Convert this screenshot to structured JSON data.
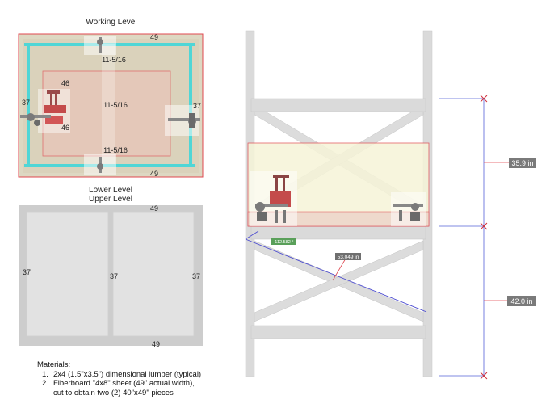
{
  "working_level": {
    "title": "Working Level",
    "dim_top": "49",
    "dim_bottom": "49",
    "dim_left": "37",
    "dim_right": "37",
    "dim_inner_top": "11-5/16",
    "dim_inner_mid": "11-5/16",
    "dim_inner_bottom": "11-5/16",
    "dim_46_a": "46",
    "dim_46_b": "46"
  },
  "lower_level": {
    "title_lower": "Lower Level",
    "title_upper": "Upper Level",
    "dim_top": "49",
    "dim_bottom": "49",
    "dim_left": "37",
    "dim_mid": "37",
    "dim_right": "37"
  },
  "elevation": {
    "dim_upper": "35.9 in",
    "dim_lower": "42.0 in",
    "diag_length": "53.049 in",
    "angle": "-112.582 °"
  },
  "materials": {
    "heading": "Materials:",
    "items": [
      {
        "num": "1.",
        "lines": [
          "2x4 (1.5\"x3.5\") dimensional lumber (typical)"
        ]
      },
      {
        "num": "2.",
        "lines": [
          "Fiberboard \"4x8\" sheet (49\" actual width),",
          "cut to obtain two (2) 40\"x49\" pieces"
        ]
      }
    ]
  },
  "colors": {
    "frame_red": "#e0474f",
    "rail_cyan": "#4fd6d6",
    "beam_gray": "#dadada",
    "yellow_box": "#f6f4d8",
    "dim_blue": "#5560d8",
    "dim_red": "#e0474f",
    "tag_dark": "#7a7a7a",
    "tag_green": "#5aa05a"
  }
}
